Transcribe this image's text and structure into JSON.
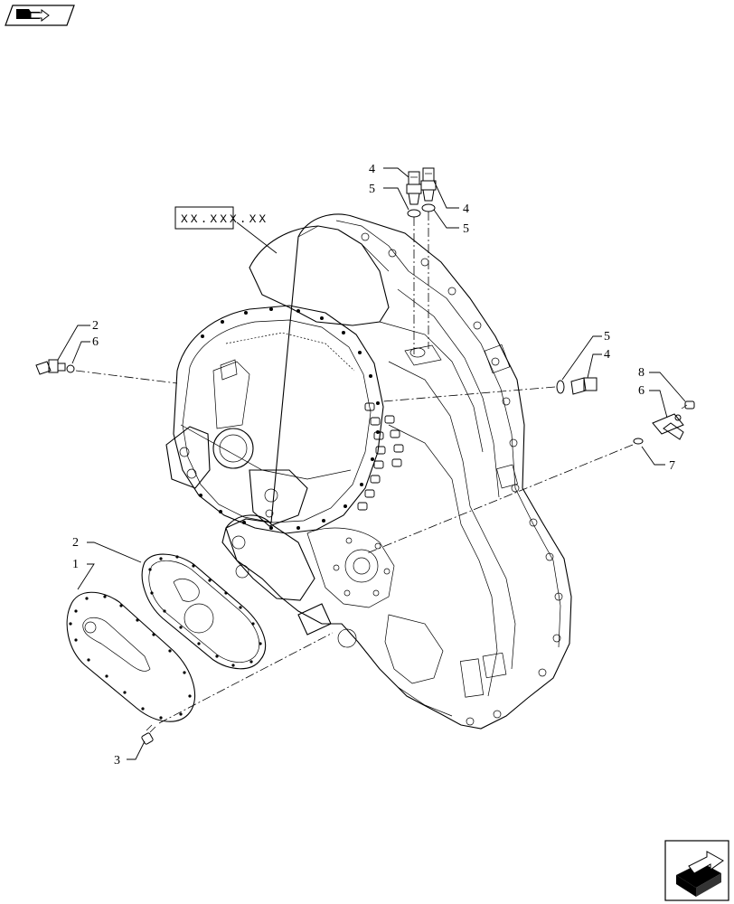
{
  "reference_box": {
    "text": "XX.XXX.XX"
  },
  "callouts": [
    {
      "id": "c-4a",
      "text": "4"
    },
    {
      "id": "c-5a",
      "text": "5"
    },
    {
      "id": "c-4b",
      "text": "4"
    },
    {
      "id": "c-5b",
      "text": "5"
    },
    {
      "id": "c-2a",
      "text": "2"
    },
    {
      "id": "c-6a",
      "text": "6"
    },
    {
      "id": "c-5c",
      "text": "5"
    },
    {
      "id": "c-4c",
      "text": "4"
    },
    {
      "id": "c-8",
      "text": "8"
    },
    {
      "id": "c-6b",
      "text": "6"
    },
    {
      "id": "c-7",
      "text": "7"
    },
    {
      "id": "c-2b",
      "text": "2"
    },
    {
      "id": "c-1",
      "text": "1"
    },
    {
      "id": "c-3",
      "text": "3"
    }
  ],
  "icons": {
    "top_left": "book-with-arrow-icon",
    "bottom_right": "next-page-arrow-icon"
  }
}
